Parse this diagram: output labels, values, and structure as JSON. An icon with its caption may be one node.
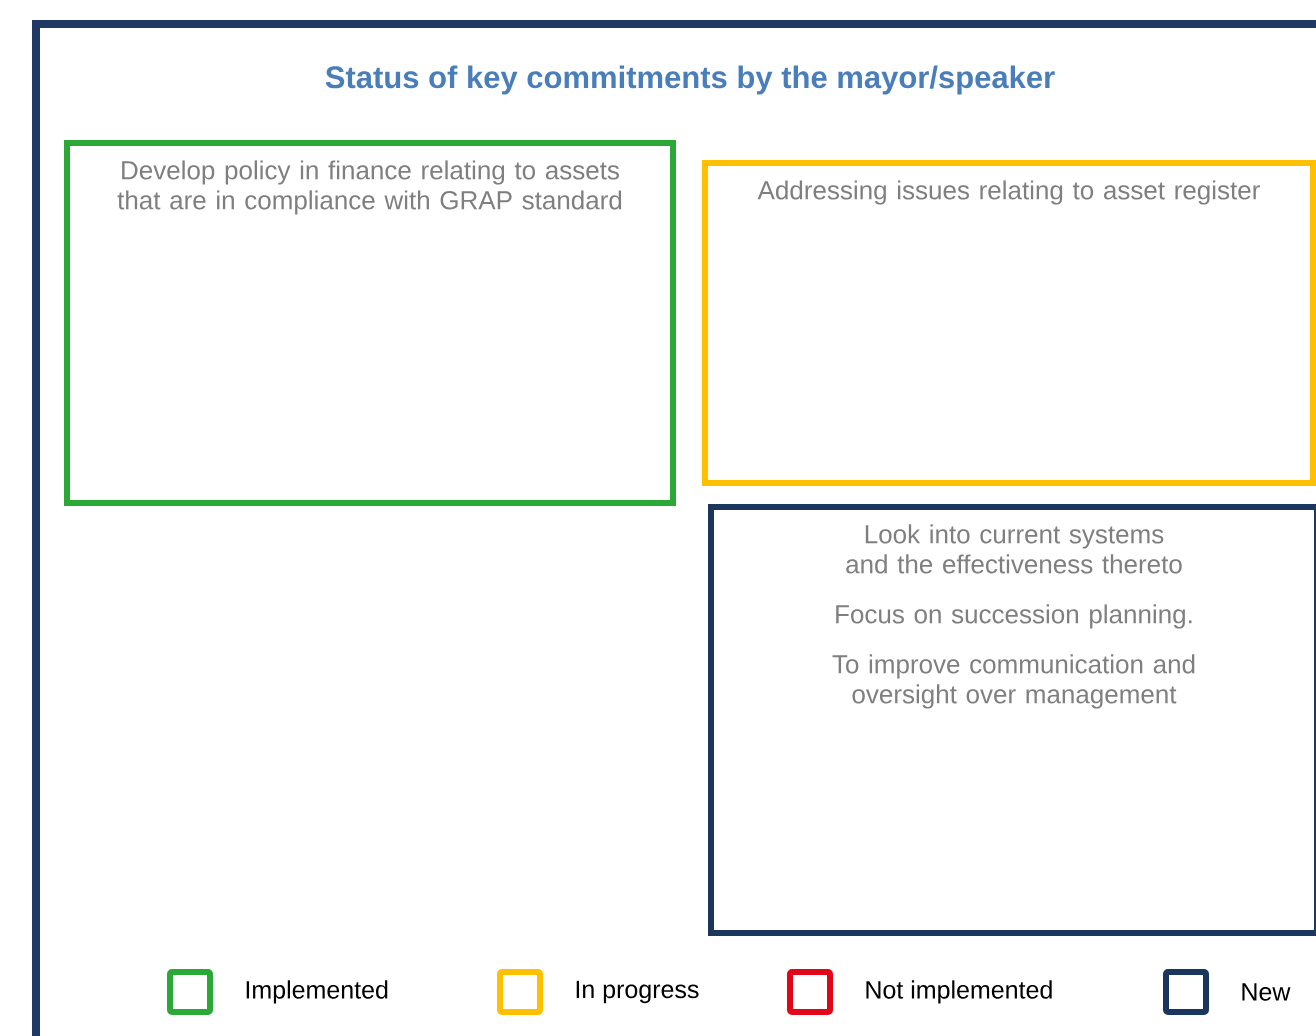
{
  "diagram": {
    "title": "Status of key commitments by the mayor/speaker",
    "nodes": [
      {
        "text": [
          "Develop policy in finance relating to assets that are in compliance with GRAP standard"
        ]
      },
      {
        "text": [
          "Addressing issues relating to asset register"
        ]
      },
      {
        "text": [
          "Look into current systems and the effectiveness thereto",
          "Focus on succession planning.",
          "To improve communication and oversight over management"
        ]
      }
    ],
    "legend": [
      {
        "text": "Implemented",
        "color": "#2ca836"
      },
      {
        "text": "In progress",
        "color": "#ffc000"
      },
      {
        "text": "Not implemented",
        "color": "#e2061b"
      },
      {
        "text": "New",
        "color": "#1b365d"
      }
    ]
  }
}
